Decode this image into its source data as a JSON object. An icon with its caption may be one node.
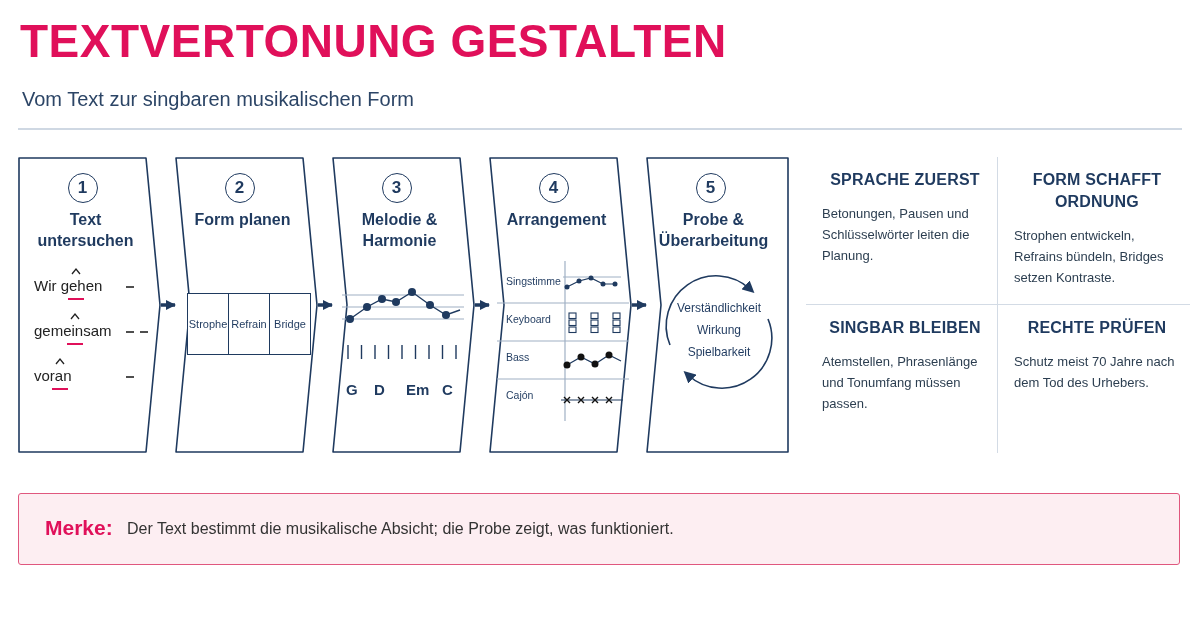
{
  "diagram": {
    "title": "TEXTVERTONUNG GESTALTEN",
    "nodes": [
      {
        "text": [
          "1",
          "Text untersuchen",
          "Wir gehen",
          "gemeinsam",
          "voran"
        ]
      },
      {
        "text": [
          "2",
          "Form planen"
        ]
      },
      {
        "text": [
          "Strophe"
        ],
        "in": 1
      },
      {
        "text": [
          "Refrain"
        ],
        "in": 1
      },
      {
        "text": [
          "Bridge"
        ],
        "in": 1
      },
      {
        "text": [
          "3",
          "Melodie & Harmonie",
          "G",
          "D",
          "Em",
          "C"
        ]
      },
      {
        "text": [
          "4",
          "Arrangement",
          "Singstimme",
          "Keyboard",
          "Bass",
          "Cajón"
        ]
      },
      {
        "text": [
          "5",
          "Probe & Überarbeitung"
        ]
      },
      {
        "text": [
          "Verständlichkeit",
          "Wirkung",
          "Spielbarkeit"
        ],
        "in": 7
      },
      {
        "text": [
          "SPRACHE ZUERST",
          "Betonungen, Pausen und Schlüsselwörter leiten die Planung."
        ]
      },
      {
        "text": [
          "FORM SCHAFFT ORDNUNG",
          "Strophen entwickeln, Refrains bündeln, Bridges setzen Kontraste."
        ]
      },
      {
        "text": [
          "SINGBAR BLEIBEN",
          "Atemstellen, Phrasenlänge und Tonumfang müssen passen."
        ]
      },
      {
        "text": [
          "RECHTE PRÜFEN",
          "Schutz meist 70 Jahre nach dem Tod des Urhebers."
        ]
      },
      {
        "text": [
          "Merke:",
          "Der Text bestimmt die musikalische Absicht; die Probe zeigt, was funktioniert."
        ]
      }
    ],
    "edges": [
      {
        "from": 0,
        "to": 1,
        "arrow": "to"
      },
      {
        "from": 1,
        "to": 5,
        "arrow": "to"
      },
      {
        "from": 5,
        "to": 6,
        "arrow": "to"
      },
      {
        "from": 6,
        "to": 7,
        "arrow": "to"
      }
    ],
    "labels": [
      "Vom Text zur singbaren musikalischen Form"
    ]
  }
}
